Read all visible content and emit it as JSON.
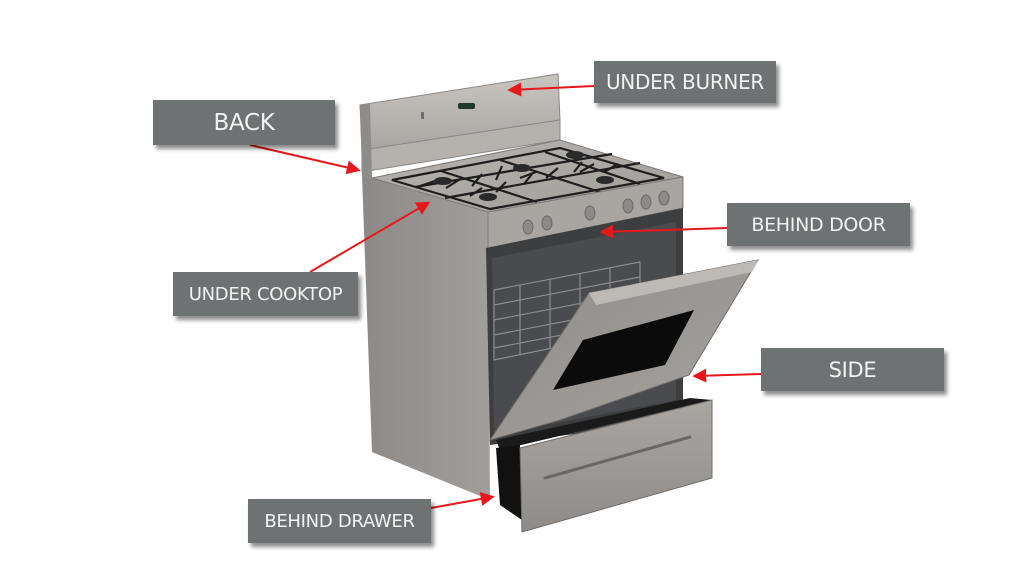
{
  "diagram": {
    "subject": "Freestanding gas range with open oven door and open warming drawer",
    "colors": {
      "label_background": "#6f7273",
      "label_text": "#f2f2f2",
      "arrow": "#e8171b",
      "stainless": "#9a9794",
      "background": "#ffffff"
    },
    "labels": [
      {
        "id": "back",
        "text": "BACK",
        "points_to": "rear left edge of backguard"
      },
      {
        "id": "under_burner",
        "text": "UNDER BURNER",
        "points_to": "backguard / control display panel"
      },
      {
        "id": "under_cooktop",
        "text": "UNDER COOKTOP",
        "points_to": "left front corner of cooktop"
      },
      {
        "id": "behind_door",
        "text": "BEHIND DOOR",
        "points_to": "top of oven cavity below control panel"
      },
      {
        "id": "side",
        "text": "SIDE",
        "points_to": "right side of range beside open door"
      },
      {
        "id": "behind_drawer",
        "text": "BEHIND DRAWER",
        "points_to": "bottom front corner behind drawer"
      }
    ],
    "components": {
      "backguard_icons": [
        "indicator-light-icon",
        "display-icon"
      ],
      "burners": 5,
      "control_knobs": 6
    }
  }
}
